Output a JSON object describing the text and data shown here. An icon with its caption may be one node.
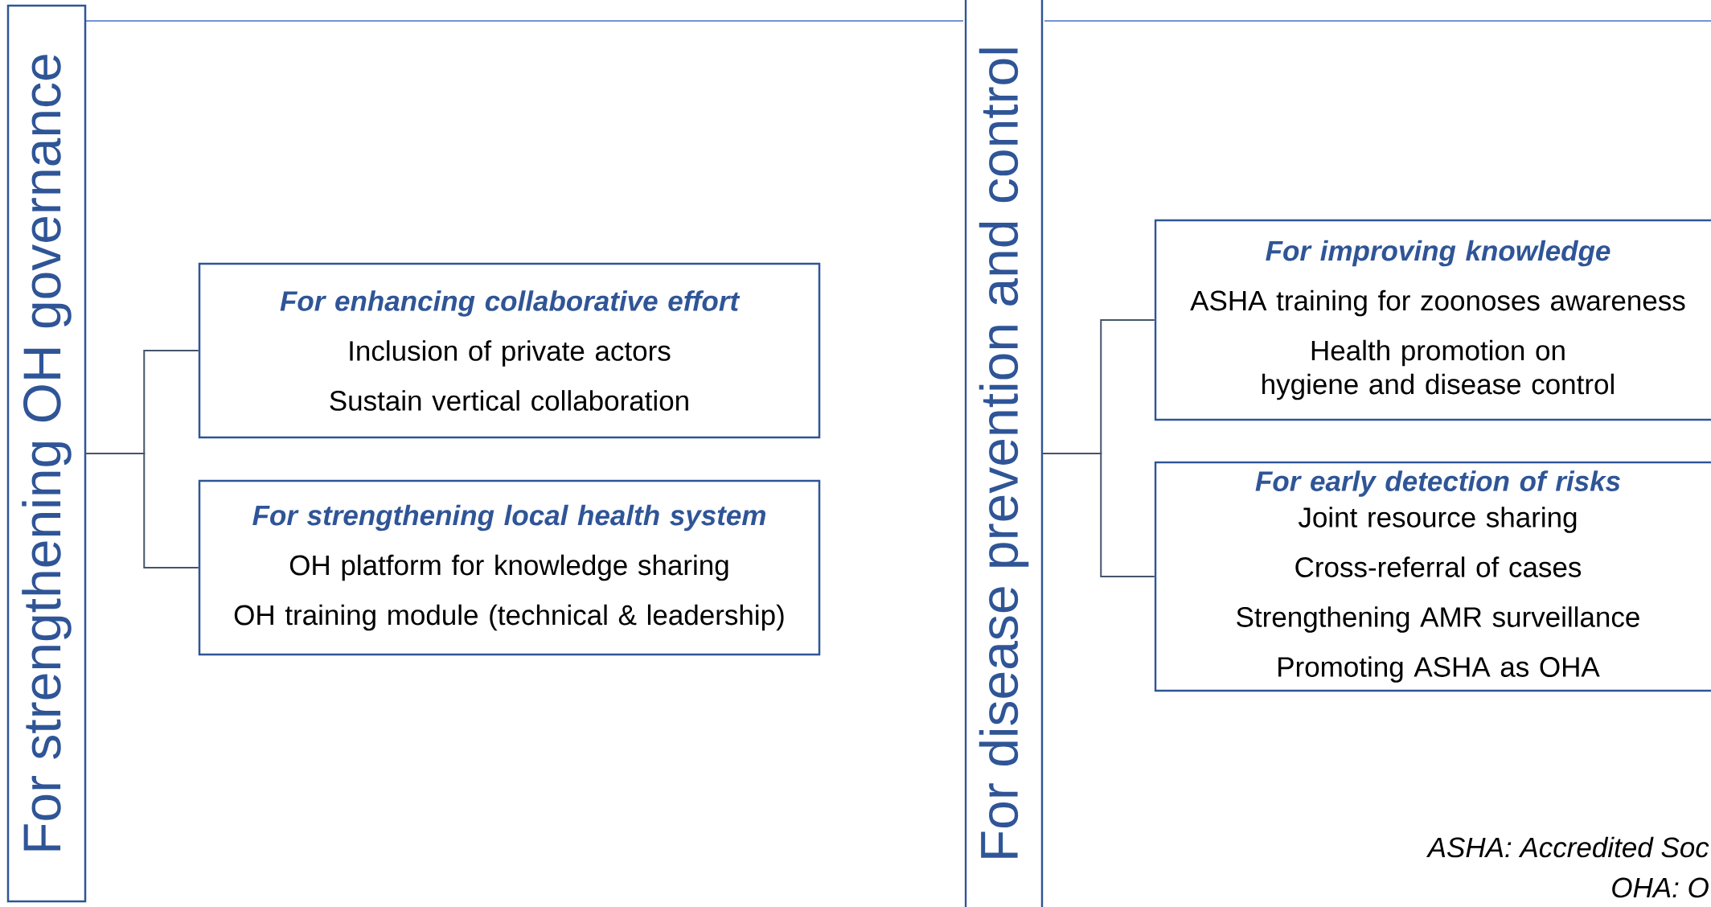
{
  "diagram": {
    "nodes": [
      {
        "text": [
          "For strengthening OH governance"
        ]
      },
      {
        "text": [
          "For enhancing collaborative effort",
          "Inclusion of private actors",
          "Sustain vertical collaboration"
        ]
      },
      {
        "text": [
          "For strengthening local health system",
          "OH platform for knowledge sharing",
          "OH training module (technical & leadership)"
        ]
      },
      {
        "text": [
          "For disease prevention and control"
        ]
      },
      {
        "text": [
          "For improving knowledge",
          "ASHA training for zoonoses awareness",
          "Health promotion on hygiene and disease control"
        ]
      },
      {
        "text": [
          "For early detection of risks",
          "Joint resource sharing",
          "Cross-referral of cases",
          "Strengthening AMR surveillance",
          "Promoting ASHA as OHA"
        ]
      }
    ],
    "edges": [
      {
        "from": 0,
        "to": 1,
        "arrow": "none"
      },
      {
        "from": 0,
        "to": 2,
        "arrow": "none"
      },
      {
        "from": 3,
        "to": 4,
        "arrow": "none"
      },
      {
        "from": 3,
        "to": 5,
        "arrow": "none"
      }
    ],
    "labels": [
      "ASHA: Accredited Soc",
      "OHA: O"
    ]
  }
}
